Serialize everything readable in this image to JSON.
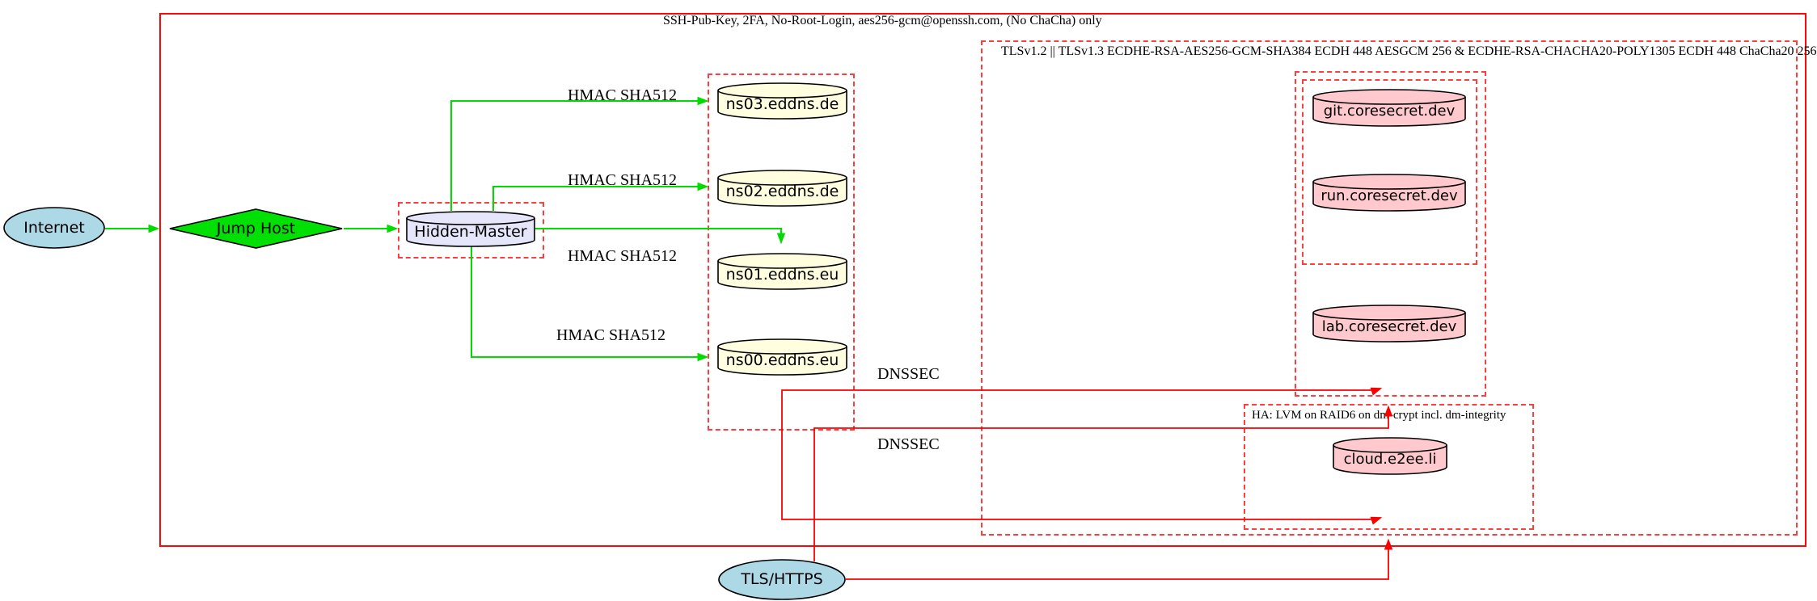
{
  "diagram_type": "network-security-architecture-graph",
  "clusters": {
    "ssh": {
      "label": "SSH-Pub-Key, 2FA, No-Root-Login, aes256-gcm@openssh.com, (No ChaCha) only",
      "border_style": "solid",
      "border_color": "#fd0808"
    },
    "tls": {
      "label": "TLSv1.2 || TLSv1.3 ECDHE-RSA-AES256-GCM-SHA384 ECDH 448 AESGCM 256 & ECDHE-RSA-CHACHA20-POLY1305 ECDH 448 ChaCha20 256",
      "border_style": "dashed",
      "border_color": "#f84040"
    },
    "ns_pool": {
      "label": "",
      "border_style": "dashed"
    },
    "coresecret_outer": {
      "label": "",
      "border_style": "dashed"
    },
    "coresecret_inner": {
      "label": "",
      "border_style": "dashed"
    },
    "ha": {
      "label": "HA: LVM on RAID6 on dm-crypt incl. dm-integrity",
      "border_style": "dashed"
    },
    "hidden_master_box": {
      "label": "",
      "border_style": "dashed"
    }
  },
  "nodes": {
    "internet": {
      "label": "Internet",
      "shape": "ellipse",
      "fill": "#add8e6"
    },
    "jump_host": {
      "label": "Jump Host",
      "shape": "diamond",
      "fill": "#00e005"
    },
    "hidden_master": {
      "label": "Hidden-Master",
      "shape": "cylinder",
      "fill": "#e6e6fa"
    },
    "ns03": {
      "label": "ns03.eddns.de",
      "shape": "cylinder",
      "fill": "#ffffe0"
    },
    "ns02": {
      "label": "ns02.eddns.de",
      "shape": "cylinder",
      "fill": "#ffffe0"
    },
    "ns01": {
      "label": "ns01.eddns.eu",
      "shape": "cylinder",
      "fill": "#ffffe0"
    },
    "ns00": {
      "label": "ns00.eddns.eu",
      "shape": "cylinder",
      "fill": "#ffffe0"
    },
    "git": {
      "label": "git.coresecret.dev",
      "shape": "cylinder",
      "fill": "#ffc9cd"
    },
    "run": {
      "label": "run.coresecret.dev",
      "shape": "cylinder",
      "fill": "#ffc9cd"
    },
    "lab": {
      "label": "lab.coresecret.dev",
      "shape": "cylinder",
      "fill": "#ffc9cd"
    },
    "cloud": {
      "label": "cloud.e2ee.li",
      "shape": "cylinder",
      "fill": "#ffc9cd"
    },
    "tls_https": {
      "label": "TLS/HTTPS",
      "shape": "ellipse",
      "fill": "#add8e6"
    }
  },
  "edges": [
    {
      "from": "internet",
      "to": "jump_host",
      "color": "green",
      "label": ""
    },
    {
      "from": "jump_host",
      "to": "hidden_master",
      "color": "green",
      "label": ""
    },
    {
      "from": "hidden_master",
      "to": "ns03",
      "color": "green",
      "label": "HMAC SHA512"
    },
    {
      "from": "hidden_master",
      "to": "ns02",
      "color": "green",
      "label": "HMAC SHA512"
    },
    {
      "from": "hidden_master",
      "to": "ns01",
      "color": "green",
      "label": "HMAC SHA512"
    },
    {
      "from": "hidden_master",
      "to": "ns00",
      "color": "green",
      "label": "HMAC SHA512"
    },
    {
      "from": "ns_pool",
      "to": "coresecret_outer",
      "color": "red",
      "label": "DNSSEC"
    },
    {
      "from": "ns_pool",
      "to": "ha",
      "color": "red",
      "label": "DNSSEC"
    },
    {
      "from": "tls_https",
      "to": "coresecret_outer",
      "color": "red",
      "label": ""
    },
    {
      "from": "tls_https",
      "to": "ha",
      "color": "red",
      "label": ""
    }
  ],
  "colors": {
    "edge_green": "#00dc00",
    "edge_red": "#fb0000",
    "node_border": "#000000",
    "background": "#ffffff"
  }
}
